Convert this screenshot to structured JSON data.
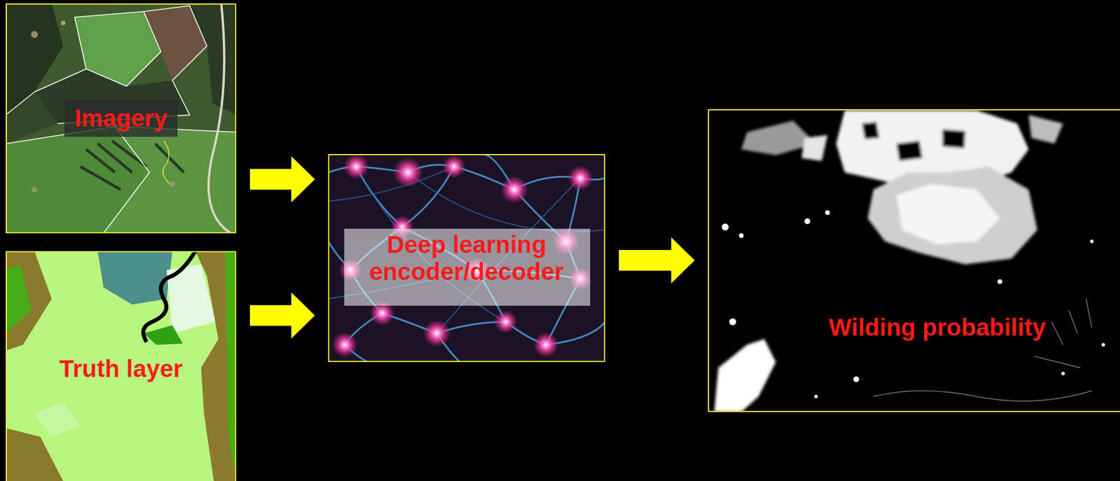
{
  "diagram": {
    "nodes": [
      {
        "text": [
          "Imagery"
        ]
      },
      {
        "text": [
          "Truth layer"
        ]
      },
      {
        "text": [
          "Deep learning encoder/decoder"
        ]
      },
      {
        "text": [
          "Wilding probability"
        ]
      }
    ],
    "edges": [
      {
        "from": 0,
        "to": 2,
        "arrow": "to"
      },
      {
        "from": 1,
        "to": 2,
        "arrow": "to"
      },
      {
        "from": 2,
        "to": 3,
        "arrow": "to"
      }
    ]
  }
}
